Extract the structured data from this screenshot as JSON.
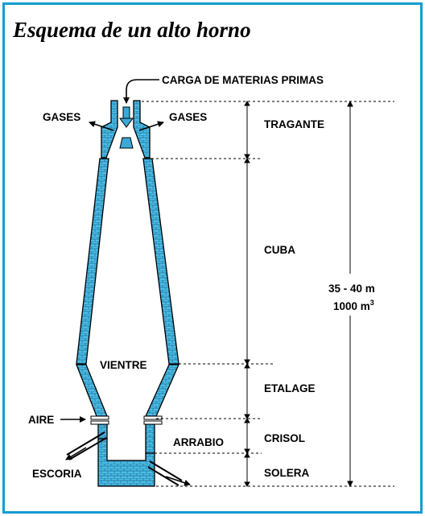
{
  "title": "Esquema de un alto horno",
  "labels": {
    "carga": "CARGA DE MATERIAS PRIMAS",
    "gases_left": "GASES",
    "gases_right": "GASES",
    "vientre": "VIENTRE",
    "aire": "AIRE",
    "arrabio": "ARRABIO",
    "escoria": "ESCORIA"
  },
  "zones": {
    "tragante": "TRAGANTE",
    "cuba": "CUBA",
    "etalage": "ETALAGE",
    "crisol": "CRISOL",
    "solera": "SOLERA"
  },
  "dimensions": {
    "height": "35 - 40 m",
    "volume": "1000 m",
    "volume_exp": "3"
  },
  "colors": {
    "border": "#149cd3",
    "brick": "#4dbde6",
    "mortar": "#1a6f96",
    "metal": "#3aa9d6"
  }
}
